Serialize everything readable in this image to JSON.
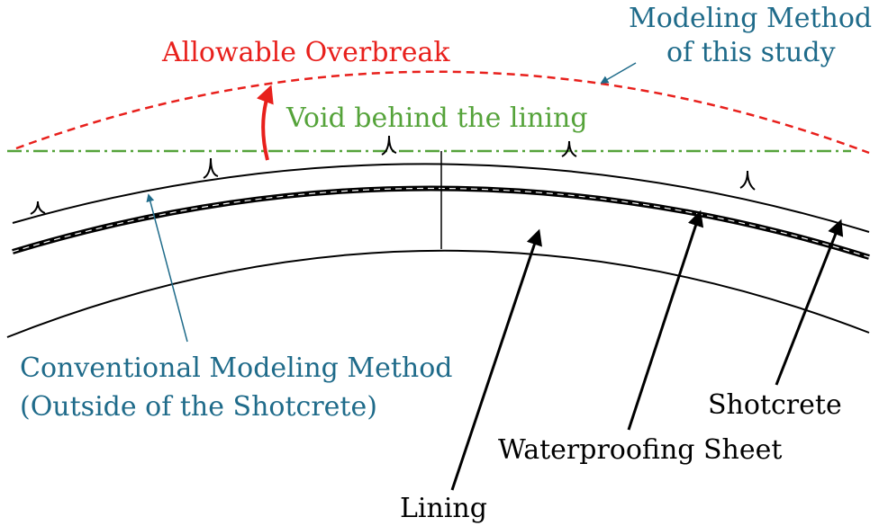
{
  "labels": {
    "allowable_overbreak": "Allowable Overbreak",
    "modeling_method_line1": "Modeling Method",
    "modeling_method_line2": "of this study",
    "void_behind_lining": "Void behind the lining",
    "conventional_line1": "Conventional Modeling Method",
    "conventional_line2": "(Outside of the Shotcrete)",
    "shotcrete": "Shotcrete",
    "waterproofing_sheet": "Waterproofing Sheet",
    "lining": "Lining"
  },
  "colors": {
    "overbreak": "#e8201c",
    "modeling_method": "#1f6b8a",
    "void": "#55a33a",
    "conventional": "#1f6b8a",
    "structure": "#000000"
  }
}
